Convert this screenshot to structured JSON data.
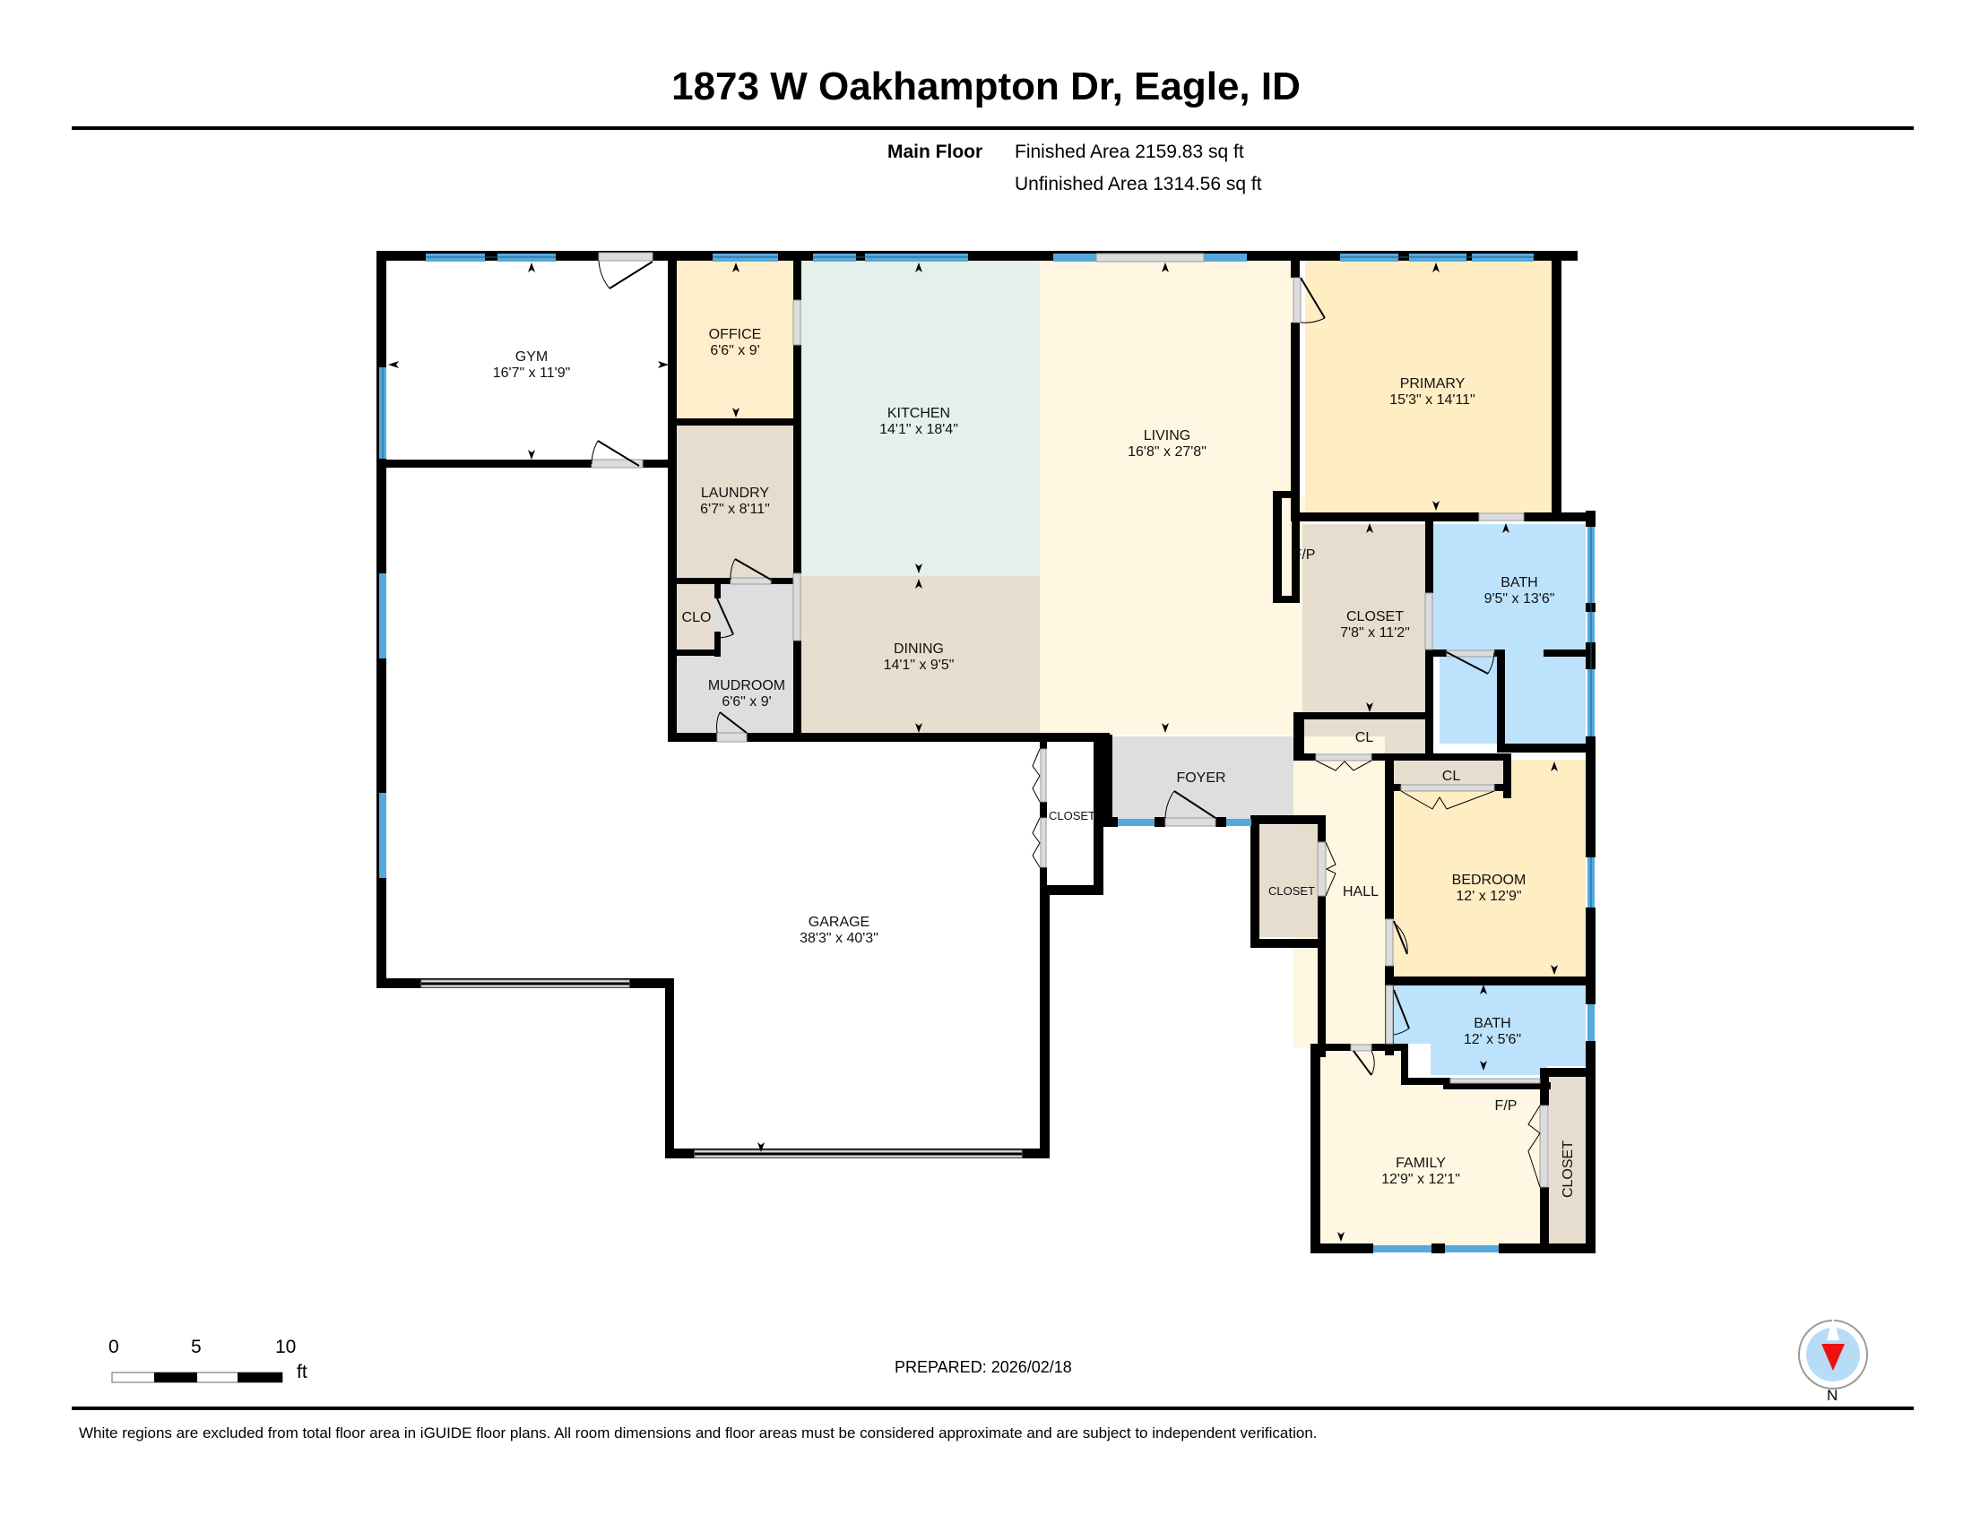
{
  "header": {
    "title": "1873 W Oakhampton Dr, Eagle, ID",
    "floor_label": "Main Floor",
    "finished_area": "Finished Area 2159.83 sq ft",
    "unfinished_area": "Unfinished Area 1314.56 sq ft"
  },
  "colors": {
    "wall": "#000000",
    "window": "#55A9DB",
    "door_sill": "#DCDCDC",
    "kitchen": "#E3F1EA",
    "dining": "#E8DECF",
    "living": "#FFF7E1",
    "primary": "#FFEDC4",
    "bath": "#BDE3FC",
    "closet": "#E6DDCF",
    "office": "#FFEECB",
    "laundry": "#E6DDCF",
    "mudroom": "#DEDEDE",
    "foyer": "#DEDEDE",
    "hall": "#FFF7E1",
    "bedroom": "#FFEDC4",
    "family": "#FFF7E1",
    "garage": "#FFFFFF",
    "gym": "#FFFFFF"
  },
  "rooms": {
    "gym": {
      "name": "GYM",
      "dims": "16'7\" x 11'9\""
    },
    "office": {
      "name": "OFFICE",
      "dims": "6'6\" x 9'"
    },
    "kitchen": {
      "name": "KITCHEN",
      "dims": "14'1\" x 18'4\""
    },
    "living": {
      "name": "LIVING",
      "dims": "16'8\" x 27'8\""
    },
    "primary": {
      "name": "PRIMARY",
      "dims": "15'3\" x 14'11\""
    },
    "laundry": {
      "name": "LAUNDRY",
      "dims": "6'7\" x 8'11\""
    },
    "clo": {
      "name": "CLO"
    },
    "mudroom": {
      "name": "MUDROOM",
      "dims": "6'6\" x 9'"
    },
    "dining": {
      "name": "DINING",
      "dims": "14'1\" x 9'5\""
    },
    "fp_living": {
      "name": "F/P"
    },
    "primary_closet": {
      "name": "CLOSET",
      "dims": "7'8\" x 11'2\""
    },
    "primary_bath": {
      "name": "BATH",
      "dims": "9'5\" x 13'6\""
    },
    "cl_hall": {
      "name": "CL"
    },
    "cl_bedroom": {
      "name": "CL"
    },
    "foyer": {
      "name": "FOYER"
    },
    "garage_closet": {
      "name": "CLOSET"
    },
    "hall_closet": {
      "name": "CLOSET"
    },
    "hall": {
      "name": "HALL"
    },
    "bedroom": {
      "name": "BEDROOM",
      "dims": "12' x 12'9\""
    },
    "garage": {
      "name": "GARAGE",
      "dims": "38'3\" x 40'3\""
    },
    "bath2": {
      "name": "BATH",
      "dims": "12' x 5'6\""
    },
    "fp_family": {
      "name": "F/P"
    },
    "family": {
      "name": "FAMILY",
      "dims": "12'9\" x 12'1\""
    },
    "family_closet": {
      "name": "CLOSET"
    }
  },
  "scale_bar": {
    "labels": [
      "0",
      "5",
      "10"
    ],
    "unit": "ft"
  },
  "prepared": "PREPARED: 2026/02/18",
  "compass": {
    "label": "N"
  },
  "footer": {
    "disclaimer": "White regions are excluded from total floor area in iGUIDE floor plans. All room dimensions and floor areas must be considered approximate and are subject to independent verification."
  }
}
